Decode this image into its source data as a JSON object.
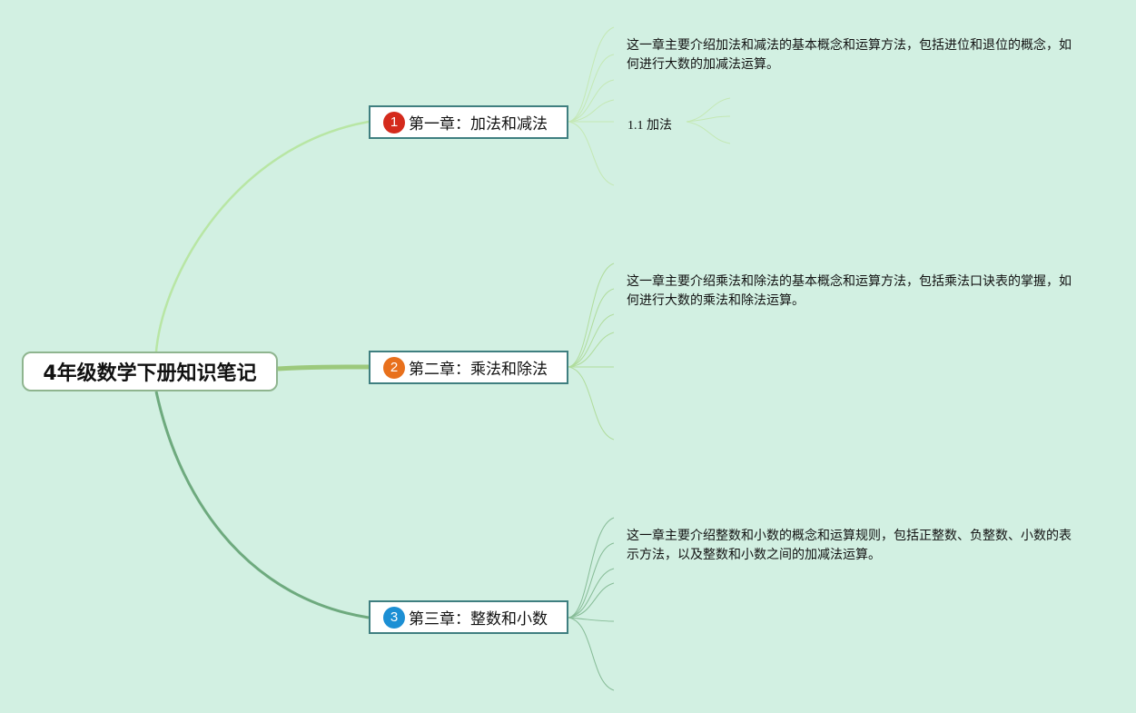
{
  "root": {
    "title": "4年级数学下册知识笔记"
  },
  "chapters": [
    {
      "number": "1",
      "title": "第一章：加法和减法",
      "badge_color": "#d42a1c",
      "description": "这一章主要介绍加法和减法的基本概念和运算方法，包括进位和退位的概念，如何进行大数的加减法运算。",
      "subtopics": [
        "1.1 加法"
      ]
    },
    {
      "number": "2",
      "title": "第二章：乘法和除法",
      "badge_color": "#e8701c",
      "description": "这一章主要介绍乘法和除法的基本概念和运算方法，包括乘法口诀表的掌握，如何进行大数的乘法和除法运算。"
    },
    {
      "number": "3",
      "title": "第三章：整数和小数",
      "badge_color": "#1c8fd4",
      "description": "这一章主要介绍整数和小数的概念和运算规则，包括正整数、负整数、小数的表示方法，以及整数和小数之间的加减法运算。"
    }
  ],
  "colors": {
    "background": "#d2f0e2",
    "branch_1": "#b8e6a4",
    "branch_2": "#9cc97c",
    "branch_3": "#6eaa7e"
  }
}
